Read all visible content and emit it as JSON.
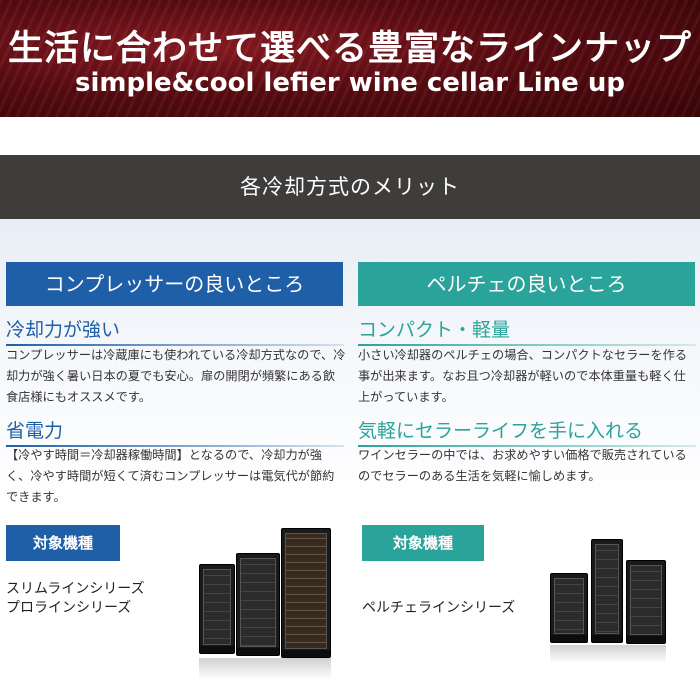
{
  "banner": {
    "title": "生活に合わせて選べる豊富なラインナップ",
    "subtitle": "simple&cool lefier wine cellar Line up"
  },
  "section_title": "各冷却方式のメリット",
  "left": {
    "header": "コンプレッサーの良いところ",
    "feature1_title": "冷却力が強い",
    "feature1_text": "コンプレッサーは冷蔵庫にも使われている冷却方式なので、冷却力が強く暑い日本の夏でも安心。扉の開閉が頻繁にある飲食店様にもオススメです。",
    "feature2_title": "省電力",
    "feature2_text": "【冷やす時間＝冷却器稼働時間】となるので、冷却力が強く、冷やす時間が短くて済むコンプレッサーは電気代が節約できます。",
    "target_label": "対象機種",
    "series_line1": "スリムラインシリーズ",
    "series_line2": "プロラインシリーズ"
  },
  "right": {
    "header": "ペルチェの良いところ",
    "feature1_title": "コンパクト・軽量",
    "feature1_text": "小さい冷却器のペルチェの場合、コンパクトなセラーを作る事が出来ます。なお且つ冷却器が軽いので本体重量も軽く仕上がっています。",
    "feature2_title": "気軽にセラーライフを手に入れる",
    "feature2_text": "ワインセラーの中では、お求めやすい価格で販売されているのでセラーのある生活を気軽に愉しめます。",
    "target_label": "対象機種",
    "series_line1": "ペルチェラインシリーズ"
  },
  "colors": {
    "compressor_blue": "#1f5fa8",
    "peltier_teal": "#2aa39a",
    "section_bar": "#3f3d3b",
    "banner_red": "#5a0c12"
  }
}
